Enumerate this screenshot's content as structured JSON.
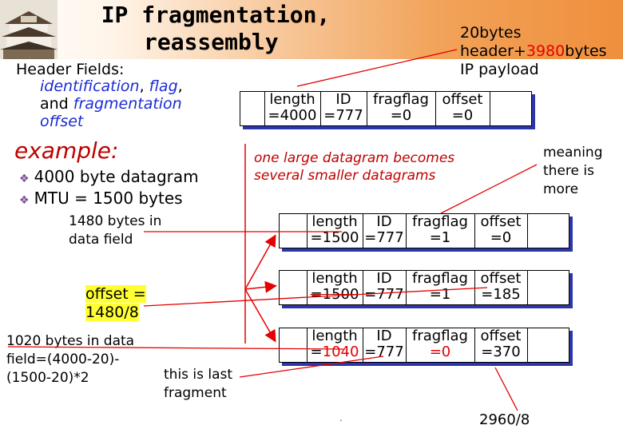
{
  "title": {
    "line1": "IP fragmentation,",
    "line2": "reassembly"
  },
  "note_top_right": {
    "line1": "20bytes",
    "line2_a": "header+",
    "line2_b": "3980",
    "line2_c": "bytes",
    "line3": "IP payload"
  },
  "header_fields": {
    "label": "Header Fields:",
    "line2_a": "identification",
    "line2_b": ",",
    "line2_c": "flag",
    "line2_d": ",",
    "line3_a": "and",
    "line3_b": "fragmentation",
    "line4": "offset"
  },
  "example": {
    "label": "example:",
    "bullets": [
      "4000 byte datagram",
      "MTU = 1500 bytes"
    ]
  },
  "annotations": {
    "data_field": [
      "1480 bytes in",
      "data field"
    ],
    "offset_calc": [
      "offset =",
      "1480/8"
    ],
    "last_data": [
      "1020 bytes in data",
      "field=(4000-20)-",
      "(1500-20)*2"
    ],
    "last_fragment": [
      "this is last",
      "fragment"
    ],
    "meaning": [
      "meaning",
      "there is",
      "more"
    ],
    "large_becomes": [
      "one large datagram becomes",
      "several smaller datagrams"
    ],
    "offset_last": "2960/8",
    "dot": "."
  },
  "datagram": {
    "length": [
      "length",
      "=4000"
    ],
    "id": [
      "ID",
      "=777"
    ],
    "flag": [
      "fragflag",
      "=0"
    ],
    "offset": [
      "offset",
      "=0"
    ]
  },
  "fragments": [
    {
      "length": [
        "length",
        "=1500"
      ],
      "id": [
        "ID",
        "=777"
      ],
      "flag": [
        "fragflag",
        "=1"
      ],
      "offset": [
        "offset",
        "=0"
      ]
    },
    {
      "length": [
        "length",
        "=1500"
      ],
      "id": [
        "ID",
        "=777"
      ],
      "flag": [
        "fragflag",
        "=1"
      ],
      "offset": [
        "offset",
        "=185"
      ]
    },
    {
      "length": [
        "length",
        "=",
        "1040"
      ],
      "id": [
        "ID",
        "=777"
      ],
      "flag": [
        "fragflag",
        "=0"
      ],
      "offset": [
        "offset",
        "=370"
      ]
    }
  ],
  "colors": {
    "blue_text": "#1a2bd6",
    "red": "#e60000",
    "box_shadow": "#2b36a8",
    "highlight": "#ffff33"
  }
}
